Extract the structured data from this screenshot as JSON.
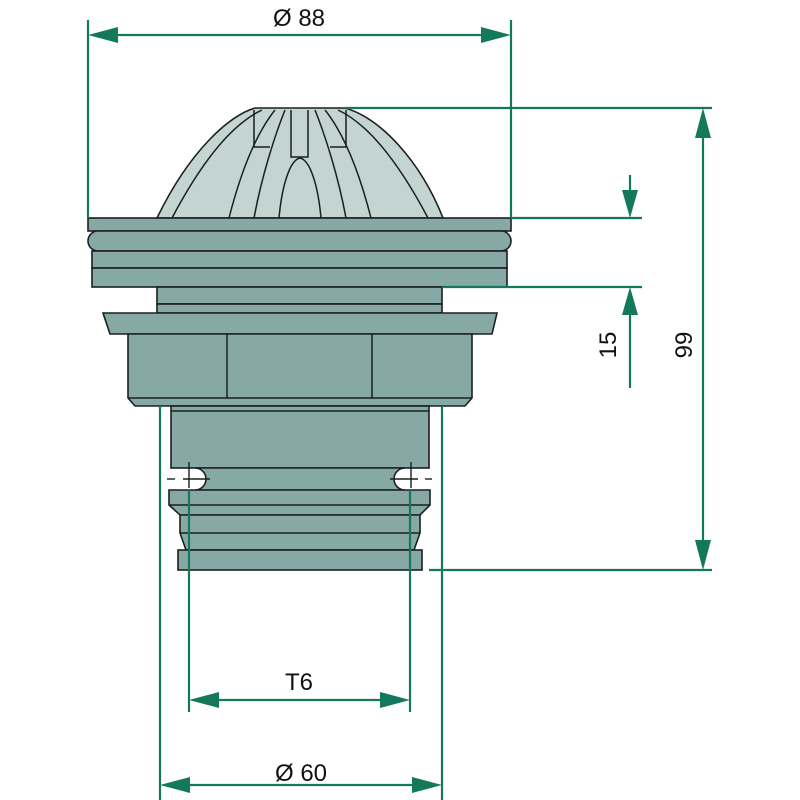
{
  "drawing": {
    "dimensions": {
      "top_diameter": "Ø 88",
      "height_total": "99",
      "flange_height": "15",
      "thread": "T6",
      "bottom_diameter": "Ø 60"
    },
    "colors": {
      "dimension_line": "#14785a",
      "body": "#87a9a6",
      "dome": "#c3d4d1"
    }
  }
}
